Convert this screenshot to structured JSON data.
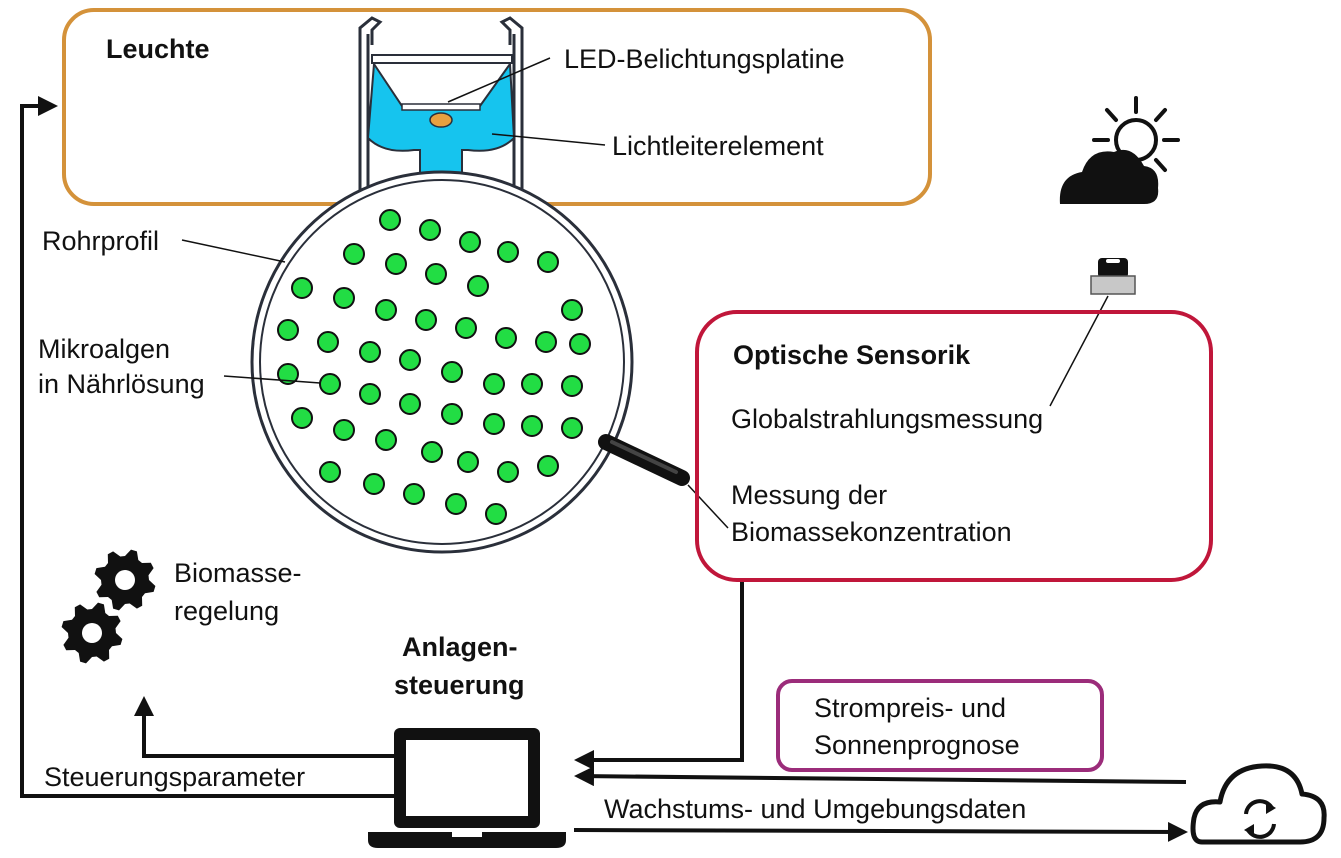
{
  "colors": {
    "leuchte_border": "#D4923A",
    "sensorik_border": "#C0163A",
    "prognose_border": "#9B2C7A",
    "lightguide": "#16C4EE",
    "led": "#E8A040",
    "algae": "#22DD44",
    "stroke": "#111111"
  },
  "leuchte": {
    "title": "Leuchte"
  },
  "labels": {
    "led_platine": "LED-Belichtungsplatine",
    "lichtleiter": "Lichtleiterelement",
    "rohrprofil": "Rohrprofil",
    "mikroalgen_line1": "Mikroalgen",
    "mikroalgen_line2": "in Nährlösung"
  },
  "sensorik": {
    "title": "Optische Sensorik",
    "global": "Globalstrahlungsmessung",
    "biomasse_line1": "Messung der",
    "biomasse_line2": "Biomassekonzentration"
  },
  "regelung": {
    "line1": "Biomasse-",
    "line2": "regelung"
  },
  "steuerung": {
    "line1": "Anlagen-",
    "line2": "steuerung"
  },
  "prognose": {
    "line1": "Strompreis- und",
    "line2": "Sonnenprognose"
  },
  "flows": {
    "steuerungsparameter": "Steuerungsparameter",
    "wachstumsdaten": "Wachstums- und Umgebungsdaten"
  },
  "icons": {
    "weather": "sun-behind-cloud-icon",
    "sensor": "light-sensor-icon",
    "gears": "gears-icon",
    "laptop": "laptop-icon",
    "cloud_sync": "cloud-sync-icon"
  }
}
